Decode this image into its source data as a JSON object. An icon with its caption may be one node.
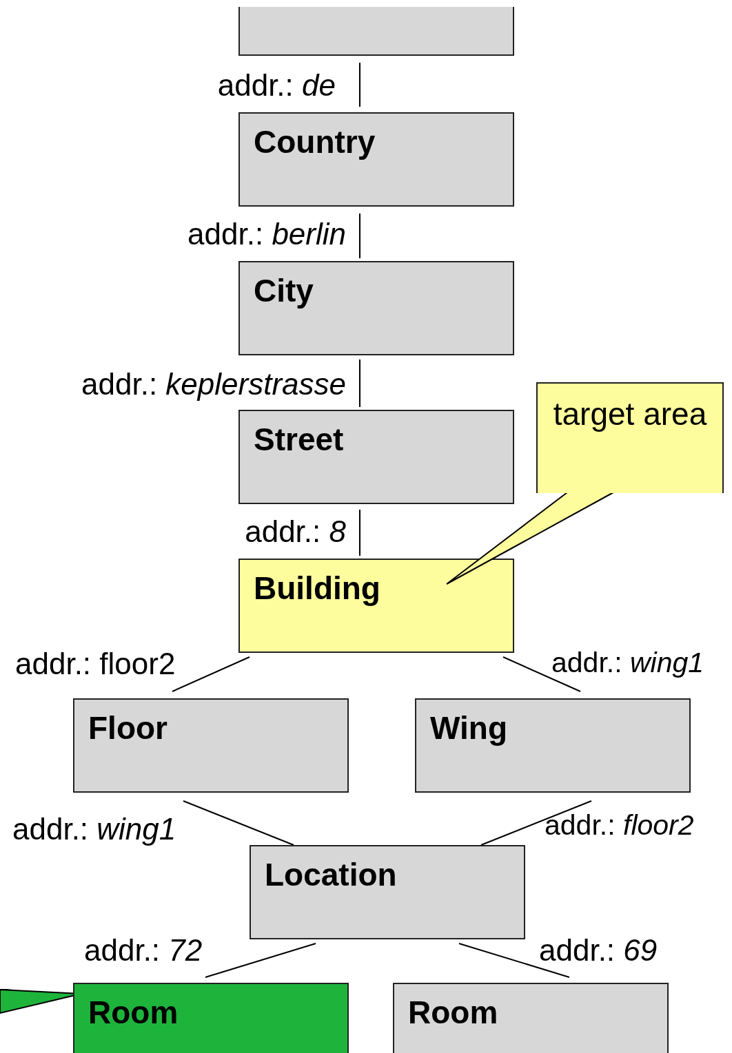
{
  "diagram": {
    "nodes": [
      {
        "text": [],
        "shape": "box"
      },
      {
        "text": [
          "Country"
        ]
      },
      {
        "text": [
          "City"
        ]
      },
      {
        "text": [
          "Street"
        ]
      },
      {
        "text": [
          "Building"
        ]
      },
      {
        "text": [
          "Floor"
        ]
      },
      {
        "text": [
          "Wing"
        ]
      },
      {
        "text": [
          "Location"
        ]
      },
      {
        "text": [
          "Room"
        ]
      },
      {
        "text": [
          "Room"
        ]
      },
      {
        "text": [
          "target area"
        ]
      }
    ],
    "edges": [
      {
        "from": 0,
        "to": 1,
        "arrow": "none",
        "label": "addr.: *de*"
      },
      {
        "from": 1,
        "to": 2,
        "arrow": "none",
        "label": "addr.: *berlin*"
      },
      {
        "from": 2,
        "to": 3,
        "arrow": "none",
        "label": "addr.: *keplerstrasse*"
      },
      {
        "from": 3,
        "to": 4,
        "arrow": "none",
        "label": "addr.: *8*"
      },
      {
        "from": 4,
        "to": 5,
        "arrow": "none",
        "label": "addr.: floor2"
      },
      {
        "from": 4,
        "to": 6,
        "arrow": "none",
        "label": "addr.: *wing1*"
      },
      {
        "from": 5,
        "to": 7,
        "arrow": "none",
        "label": "addr.: *wing1*"
      },
      {
        "from": 6,
        "to": 7,
        "arrow": "none",
        "label": "addr.: *floor2*"
      },
      {
        "from": 7,
        "to": 8,
        "arrow": "none",
        "label": "addr.: *72*"
      },
      {
        "from": 7,
        "to": 9,
        "arrow": "none",
        "label": "addr.: *69*"
      },
      {
        "from": 10,
        "to": 4,
        "arrow": "none"
      },
      {
        "from": null,
        "to": 8,
        "arrow": "to",
        "color": "#1eb43c"
      }
    ]
  }
}
